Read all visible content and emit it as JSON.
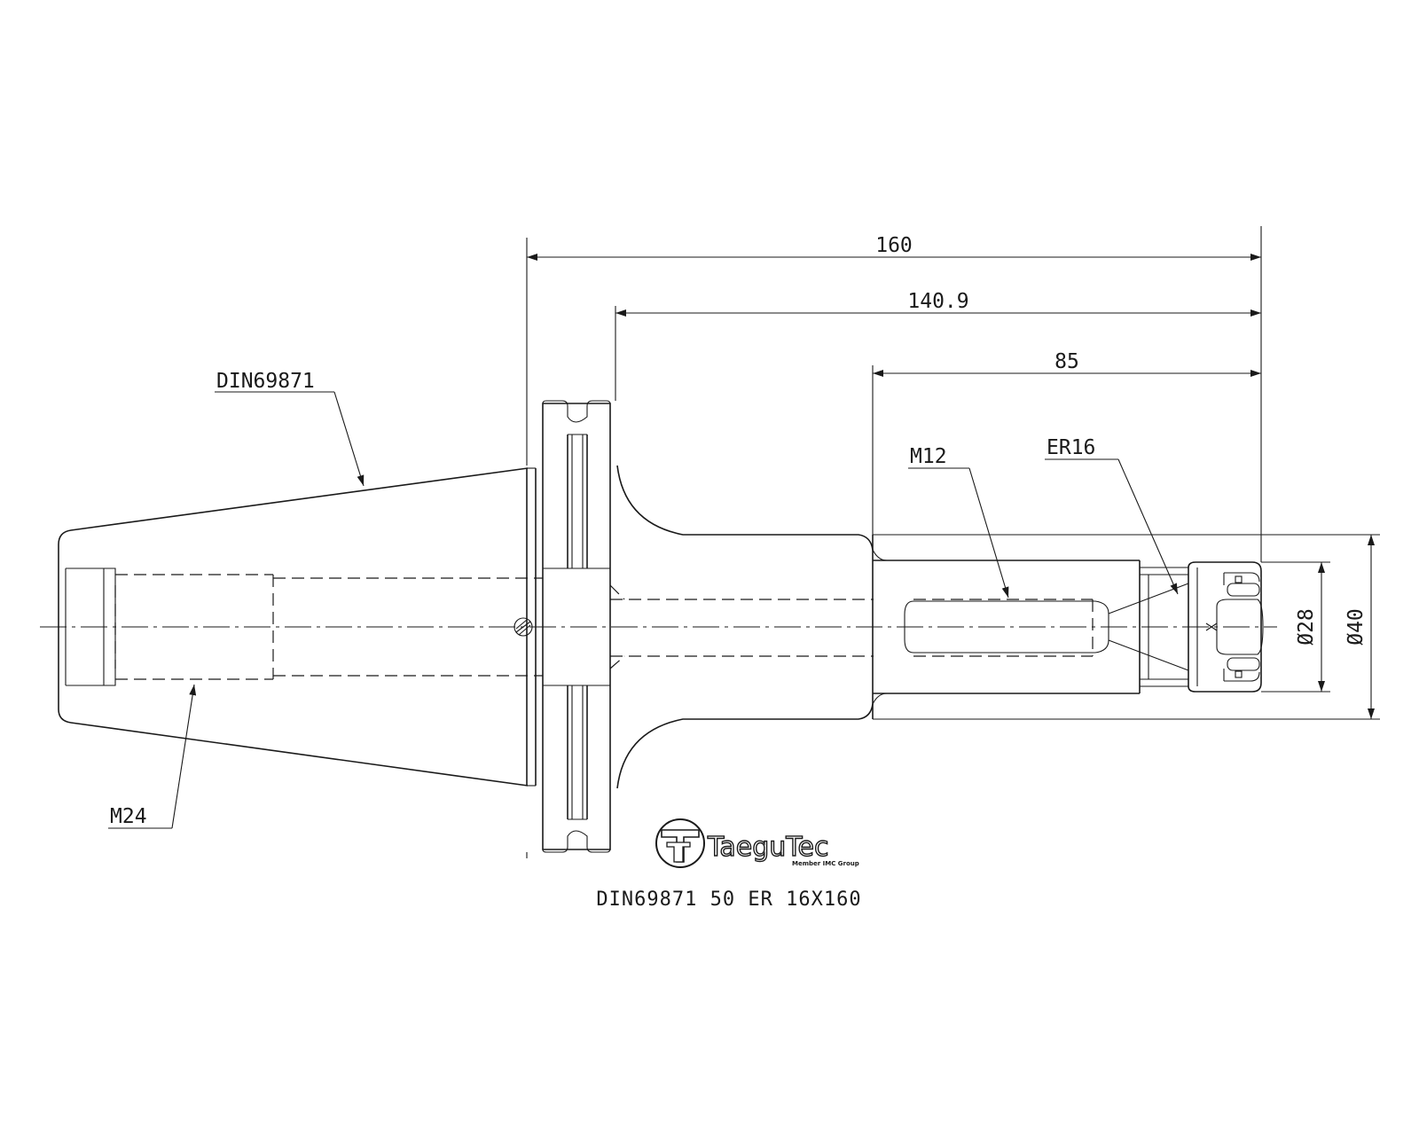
{
  "drawing": {
    "part_label": "DIN69871",
    "labels": {
      "thread_m24": "M24",
      "thread_m12": "M12",
      "collet": "ER16"
    },
    "dimensions": {
      "overall_length": "160",
      "gauge_length": "140.9",
      "nose_length": "85",
      "nut_diameter": "Ø28",
      "body_diameter": "Ø40"
    },
    "caption": "DIN69871 50 ER 16X160",
    "logo": {
      "name": "TaeguTec",
      "tagline": "Member IMC Group"
    },
    "colors": {
      "ink": "#1a1a1a",
      "background": "#ffffff"
    }
  }
}
